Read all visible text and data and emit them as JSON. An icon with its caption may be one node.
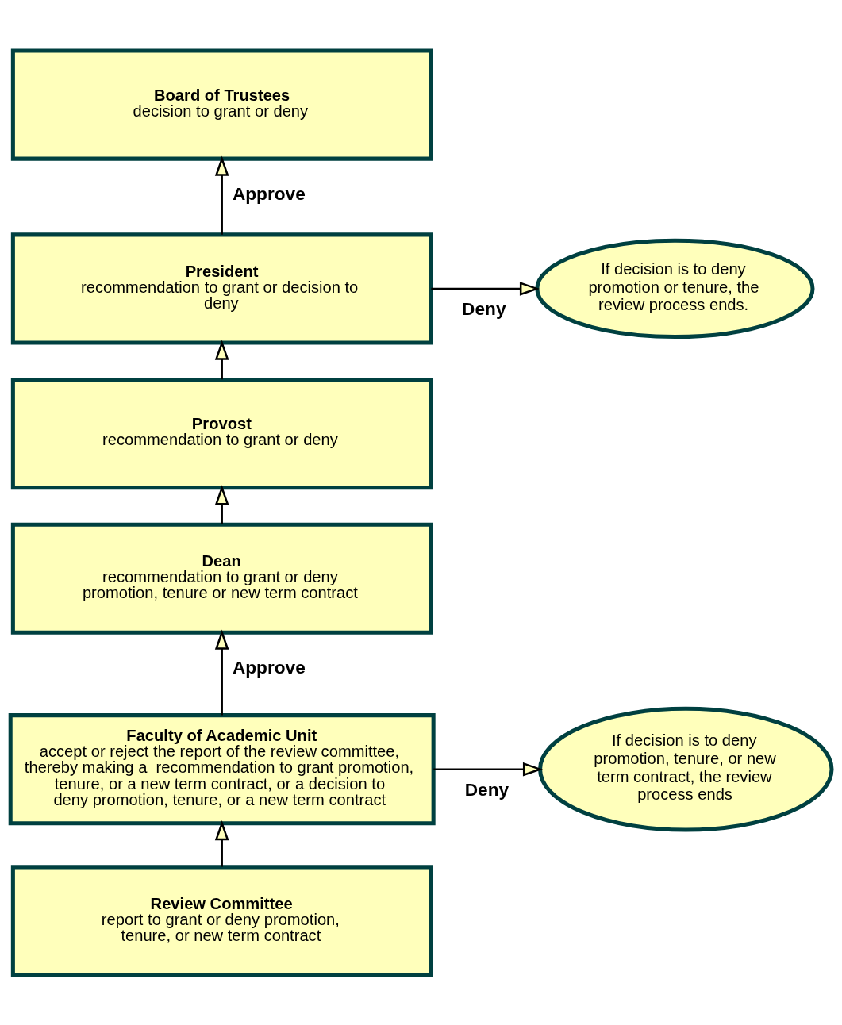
{
  "diagram": {
    "nodes": [
      {
        "text": [
          "Board of Trustees",
          "decision to grant or deny"
        ]
      },
      {
        "text": [
          "President",
          "recommendation to grant or decision to  deny"
        ]
      },
      {
        "text": [
          "Provost",
          "recommendation to grant or deny"
        ]
      },
      {
        "text": [
          "Dean",
          "recommendation to grant or deny promotion, tenure or new term contract"
        ]
      },
      {
        "text": [
          "Faculty of Academic Unit",
          "accept or reject the report of the review committee, thereby making a  recommendation to grant promotion, tenure, or a new term contract, or a decision to deny promotion, tenure, or a new term contract"
        ]
      },
      {
        "text": [
          "Review Committee",
          "report to grant or deny promotion, tenure, or new term contract"
        ]
      },
      {
        "text": [
          "If decision is to deny promotion or tenure, the review process ends."
        ]
      },
      {
        "text": [
          "If decision is to deny promotion, tenure, or new term contract, the review process ends"
        ]
      }
    ],
    "edges": [
      {
        "from": 1,
        "to": 0,
        "arrow": "to",
        "label": "Approve"
      },
      {
        "from": 1,
        "to": 6,
        "arrow": "to",
        "label": "Deny"
      },
      {
        "from": 2,
        "to": 1,
        "arrow": "to"
      },
      {
        "from": 3,
        "to": 2,
        "arrow": "to"
      },
      {
        "from": 4,
        "to": 3,
        "arrow": "to",
        "label": "Approve"
      },
      {
        "from": 4,
        "to": 7,
        "arrow": "to",
        "label": "Deny"
      },
      {
        "from": 5,
        "to": 4,
        "arrow": "to"
      }
    ]
  }
}
